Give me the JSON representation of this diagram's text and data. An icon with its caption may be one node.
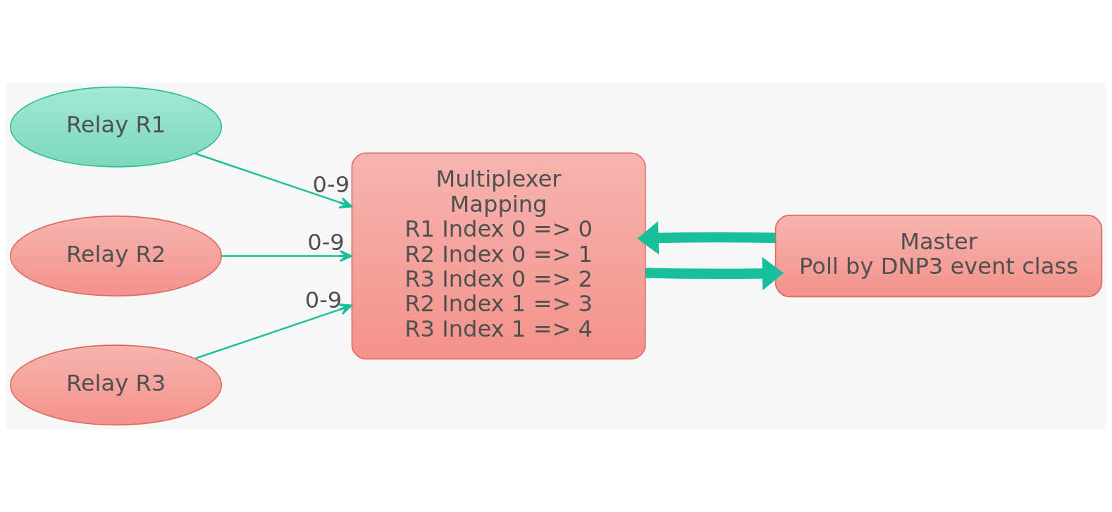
{
  "diagram": {
    "nodes": [
      {
        "text": [
          "Relay R1"
        ]
      },
      {
        "text": [
          "Relay R2"
        ]
      },
      {
        "text": [
          "Relay R3"
        ]
      },
      {
        "text": [
          "Multiplexer",
          "Mapping",
          "R1 Index 0 => 0",
          "R2 Index 0 => 1",
          "R3 Index 0 => 2",
          "R2 Index 1 => 3",
          "R3 Index 1 => 4"
        ]
      },
      {
        "text": [
          "Master",
          "Poll by DNP3 event class"
        ]
      }
    ],
    "edges": [
      {
        "from": 0,
        "to": 3,
        "arrow": "to",
        "label": "0-9"
      },
      {
        "from": 1,
        "to": 3,
        "arrow": "to",
        "label": "0-9"
      },
      {
        "from": 2,
        "to": 3,
        "arrow": "to",
        "label": "0-9"
      },
      {
        "from": 3,
        "to": 4,
        "arrow": "to",
        "style": "thick"
      },
      {
        "from": 4,
        "to": 3,
        "arrow": "to",
        "style": "thick"
      }
    ]
  }
}
